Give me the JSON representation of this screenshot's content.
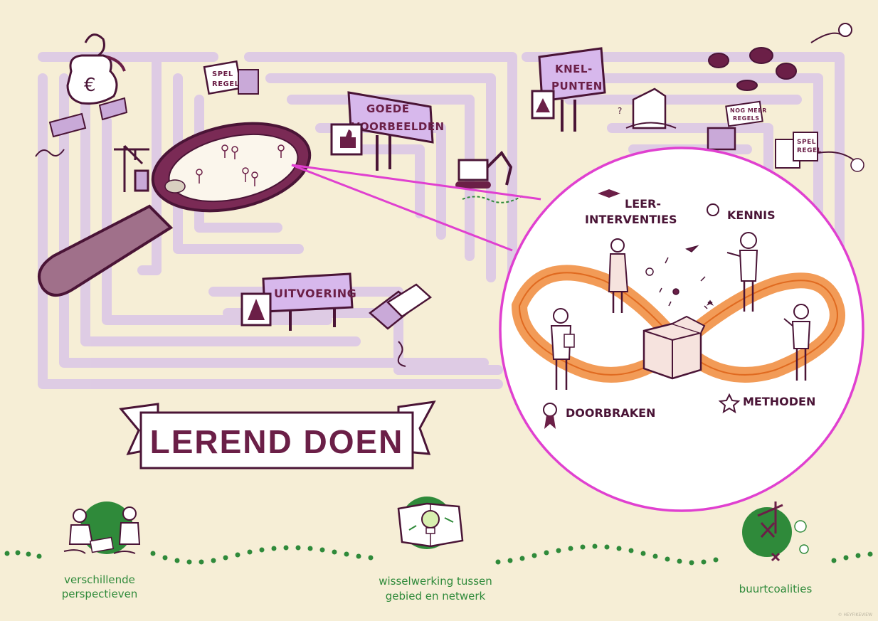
{
  "title": "LEREND DOEN",
  "signs": {
    "spelregels": [
      "SPEL",
      "REGEL"
    ],
    "goede_voorbeelden": [
      "GOEDE",
      "VOORBEELDEN"
    ],
    "knelpunten": [
      "KNEL-",
      "PUNTEN"
    ],
    "nog_meer_regels": [
      "NOG MEER",
      "REGELS"
    ],
    "spelregels_right": [
      "SPEL",
      "REGEL"
    ],
    "uitvoering": "UITVOERING"
  },
  "zoom": {
    "leerinterventies": [
      "LEER-",
      "INTERVENTIES"
    ],
    "kennis": "KENNIS",
    "doorbraken": "DOORBRAKEN",
    "methoden": "METHODEN"
  },
  "footer": {
    "item1": [
      "verschillende",
      "perspectieven"
    ],
    "item2": [
      "wisselwerking tussen",
      "gebied en netwerk"
    ],
    "item3": "buurtcoalities"
  },
  "credit": "© HEYFIKEVIEW",
  "colors": {
    "background": "#f6eed6",
    "maze": "#dcc8e6",
    "maroon": "#6b1f47",
    "magenta": "#e040d0",
    "orange": "#f08a3a",
    "green": "#2f8a3a"
  }
}
